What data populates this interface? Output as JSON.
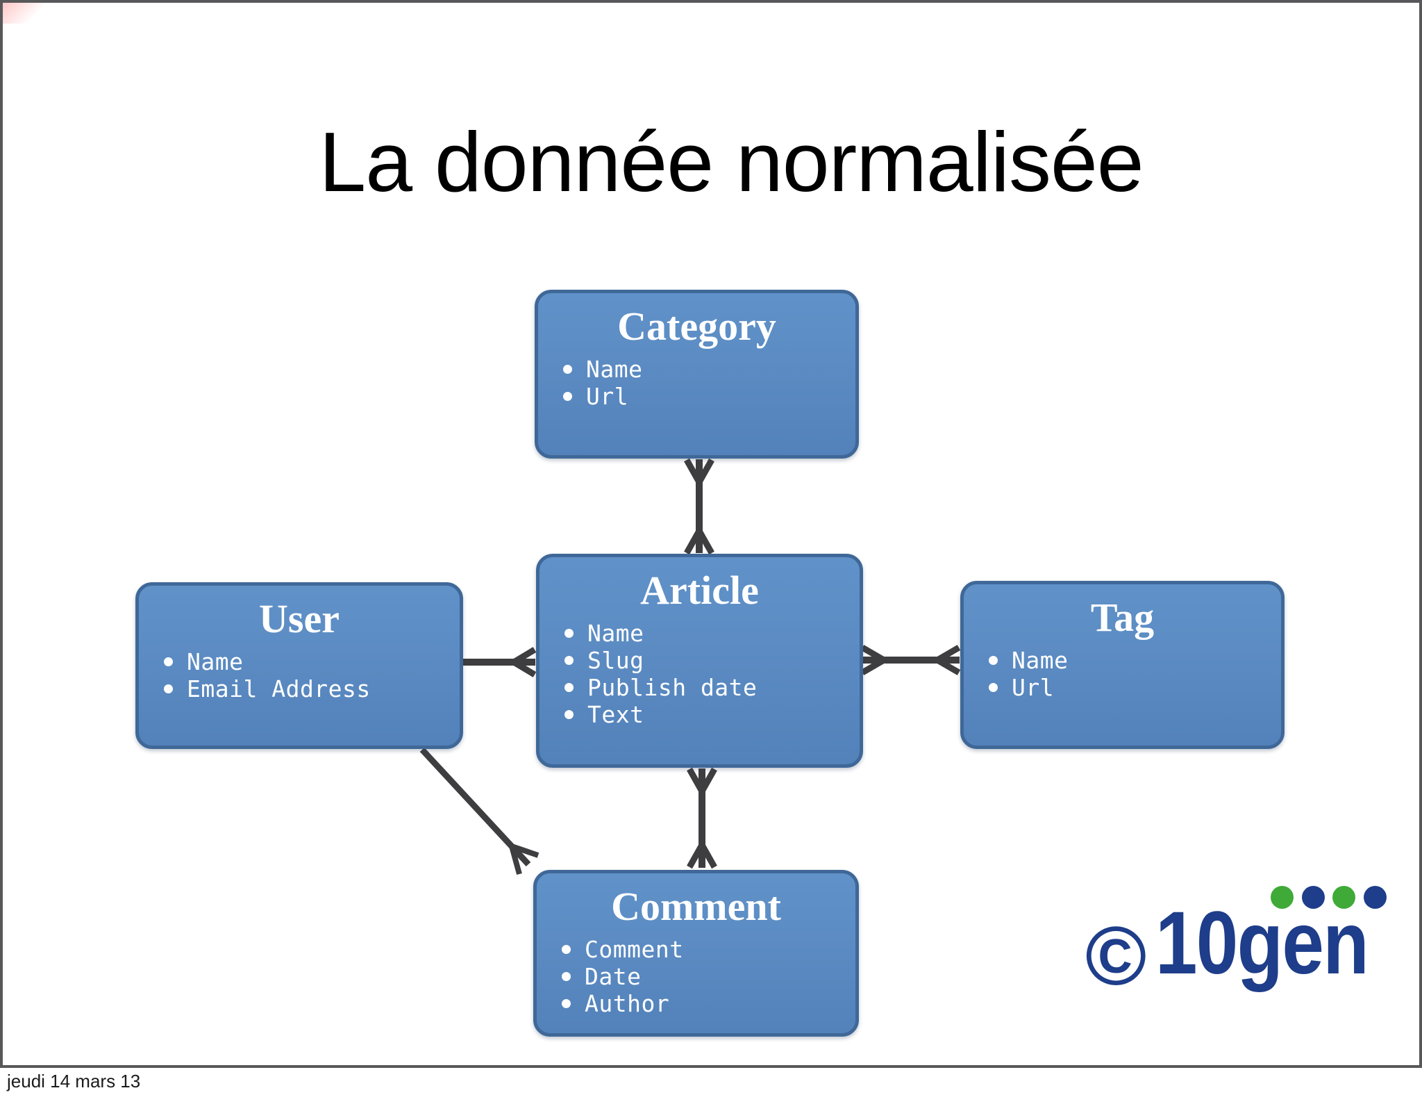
{
  "slide": {
    "title": "La donnée normalisée",
    "footer_date": "jeudi 14 mars 13"
  },
  "entities": [
    {
      "name": "Category",
      "fields": [
        "Name",
        "Url"
      ]
    },
    {
      "name": "Article",
      "fields": [
        "Name",
        "Slug",
        "Publish date",
        "Text"
      ]
    },
    {
      "name": "User",
      "fields": [
        "Name",
        "Email Address"
      ]
    },
    {
      "name": "Tag",
      "fields": [
        "Name",
        "Url"
      ]
    },
    {
      "name": "Comment",
      "fields": [
        "Comment",
        "Date",
        "Author"
      ]
    }
  ],
  "relationships": [
    {
      "from": "Category",
      "to": "Article",
      "from_end": "many",
      "to_end": "many"
    },
    {
      "from": "User",
      "to": "Article",
      "from_end": "one",
      "to_end": "many"
    },
    {
      "from": "Article",
      "to": "Tag",
      "from_end": "many",
      "to_end": "many"
    },
    {
      "from": "Article",
      "to": "Comment",
      "from_end": "many",
      "to_end": "many"
    },
    {
      "from": "User",
      "to": "Comment",
      "from_end": "one",
      "to_end": "many"
    }
  ],
  "logo": {
    "copyright_symbol": "©",
    "brand": "10gen"
  },
  "colors": {
    "box_fill": "#5b8bc2",
    "box_border": "#3f6898",
    "connector": "#3e3e40",
    "frame": "#58585a",
    "brand_navy": "#1e3d8a",
    "brand_green": "#3faa37"
  }
}
